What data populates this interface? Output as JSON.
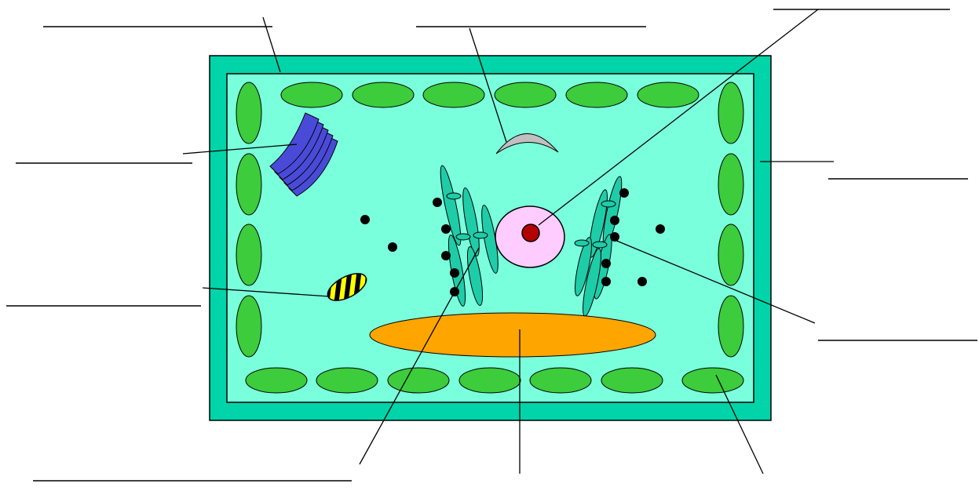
{
  "diagram": {
    "type": "plant-cell-labeling-worksheet",
    "colors": {
      "background": "#ffffff",
      "cell_wall": "#00d4a8",
      "cytoplasm": "#7affdc",
      "chloroplast": "#3ccc3c",
      "golgi": "#4a4ad9",
      "mitochondrion_stripe_a": "#ffff00",
      "mitochondrion_stripe_b": "#000000",
      "nucleus": "#ffccff",
      "nucleolus": "#b30000",
      "vacuole": "#ffa500",
      "endoplasmic_reticulum": "#1fcca8",
      "ribosome": "#000000",
      "centrosome": "#c0c0c0",
      "label_line": "#000000"
    },
    "label_blanks": [
      {
        "id": "top-left",
        "text": ""
      },
      {
        "id": "top-center",
        "text": ""
      },
      {
        "id": "top-right",
        "text": ""
      },
      {
        "id": "left-upper",
        "text": ""
      },
      {
        "id": "right-middle",
        "text": ""
      },
      {
        "id": "left-lower",
        "text": ""
      },
      {
        "id": "right-lower",
        "text": ""
      },
      {
        "id": "bottom-left",
        "text": ""
      }
    ]
  }
}
